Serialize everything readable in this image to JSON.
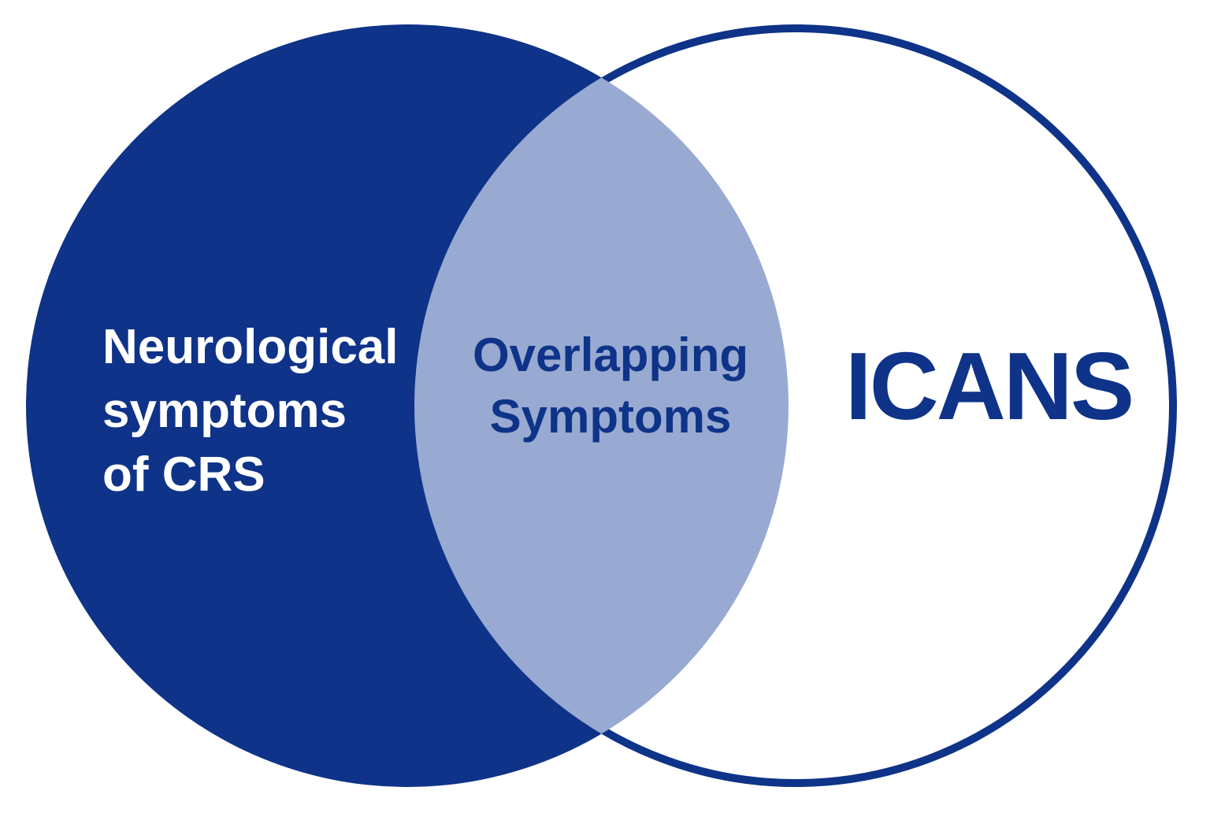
{
  "diagram": {
    "type": "venn",
    "left_circle": {
      "label_lines": [
        "Neurological",
        "symptoms",
        "of CRS"
      ],
      "label_text": "Neurological symptoms of CRS",
      "style": "solid navy fill"
    },
    "overlap": {
      "label_lines": [
        "Overlapping",
        "Symptoms"
      ],
      "label_text": "Overlapping Symptoms",
      "style": "light periwinkle fill"
    },
    "right_circle": {
      "label": "ICANS",
      "style": "white fill with navy outline"
    }
  },
  "colors": {
    "navy": "#0E3388",
    "overlap": "#98AAD1",
    "left-label-text": "#FFFFFF",
    "background": "#FFFFFF"
  }
}
